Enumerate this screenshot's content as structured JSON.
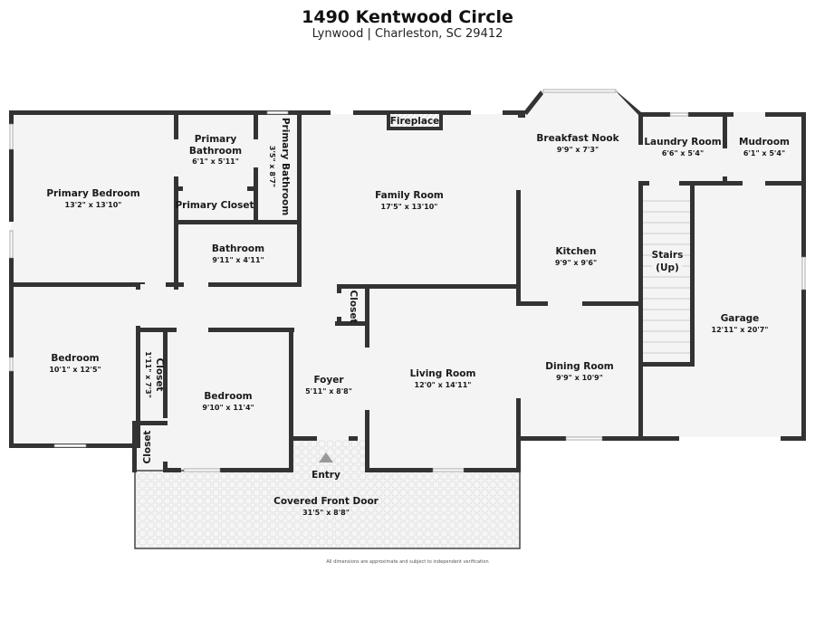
{
  "header": {
    "title": "1490 Kentwood Circle",
    "subtitle": "Lynwood | Charleston, SC 29412"
  },
  "colors": {
    "wall": "#333333",
    "floor": "#f4f4f4",
    "window": "#ffffff",
    "stairs_line": "#cccccc",
    "entry_arrow": "#999999"
  },
  "rooms": {
    "primary_bedroom": {
      "name": "Primary Bedroom",
      "dims": "13'2\" x 13'10\""
    },
    "primary_bathroom": {
      "name_line1": "Primary",
      "name_line2": "Bathroom",
      "dims": "6'1\" x 5'11\""
    },
    "primary_bathroom_2": {
      "name": "Primary Bathroom",
      "dims": "3'5\" x 8'7\""
    },
    "primary_closet": {
      "name": "Primary Closet"
    },
    "bathroom": {
      "name": "Bathroom",
      "dims": "9'11\" x 4'11\""
    },
    "family_room": {
      "name": "Family Room",
      "dims": "17'5\" x 13'10\""
    },
    "fireplace": {
      "name": "Fireplace"
    },
    "breakfast_nook": {
      "name": "Breakfast Nook",
      "dims": "9'9\" x 7'3\""
    },
    "laundry_room": {
      "name": "Laundry Room",
      "dims": "6'6\" x 5'4\""
    },
    "mudroom": {
      "name": "Mudroom",
      "dims": "6'1\" x 5'4\""
    },
    "kitchen": {
      "name": "Kitchen",
      "dims": "9'9\" x 9'6\""
    },
    "stairs": {
      "name_line1": "Stairs",
      "name_line2": "(Up)"
    },
    "garage": {
      "name": "Garage",
      "dims": "12'11\" x 20'7\""
    },
    "hall_closet": {
      "name": "Closet"
    },
    "bedroom_1": {
      "name": "Bedroom",
      "dims": "10'1\" x 12'5\""
    },
    "closet_1": {
      "name": "Closet",
      "dims": "1'11\" x 7'3\""
    },
    "closet_2": {
      "name": "Closet"
    },
    "bedroom_2": {
      "name": "Bedroom",
      "dims": "9'10\" x 11'4\""
    },
    "foyer": {
      "name": "Foyer",
      "dims": "5'11\" x 8'8\""
    },
    "living_room": {
      "name": "Living Room",
      "dims": "12'0\" x 14'11\""
    },
    "dining_room": {
      "name": "Dining Room",
      "dims": "9'9\" x 10'9\""
    },
    "entry": {
      "name": "Entry"
    },
    "covered_front_door": {
      "name": "Covered Front Door",
      "dims": "31'5\" x 8'8\""
    }
  },
  "footer": {
    "disclaimer": "All dimensions are approximate and subject to independent verification"
  }
}
